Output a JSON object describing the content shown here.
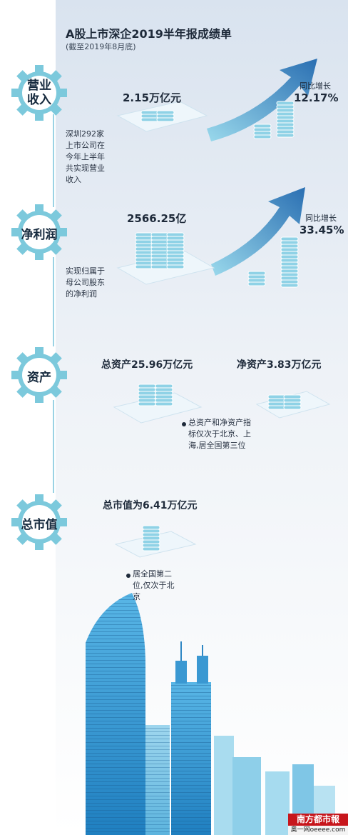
{
  "title": "A股上市深企2019半年报成绩单",
  "subtitle": "(截至2019年8月底)",
  "sections": {
    "revenue": {
      "gear_line1": "营业",
      "gear_line2": "收入",
      "value": "2.15万亿元",
      "growth_label": "同比增长",
      "growth_value": "12.17%",
      "desc": "深圳292家上市公司在今年上半年共实现营业收入"
    },
    "profit": {
      "gear_label": "净利润",
      "value": "2566.25亿",
      "growth_label": "同比增长",
      "growth_value": "33.45%",
      "desc": "实现归属于母公司股东的净利润"
    },
    "assets": {
      "gear_label": "资产",
      "total": "总资产25.96万亿元",
      "net": "净资产3.83万亿元",
      "note": "总资产和净资产指标仅次于北京、上海,居全国第三位"
    },
    "market": {
      "gear_label": "总市值",
      "value": "总市值为6.41万亿元",
      "note": "居全国第二位,仅次于北京"
    }
  },
  "logo": {
    "name": "南方都市報",
    "site": "奥一网oeeee.com"
  },
  "colors": {
    "gear": "#7cc9dc",
    "arrow": "#2a6fb2",
    "coin": "#5bbad5",
    "building": "#3aa0d8"
  }
}
